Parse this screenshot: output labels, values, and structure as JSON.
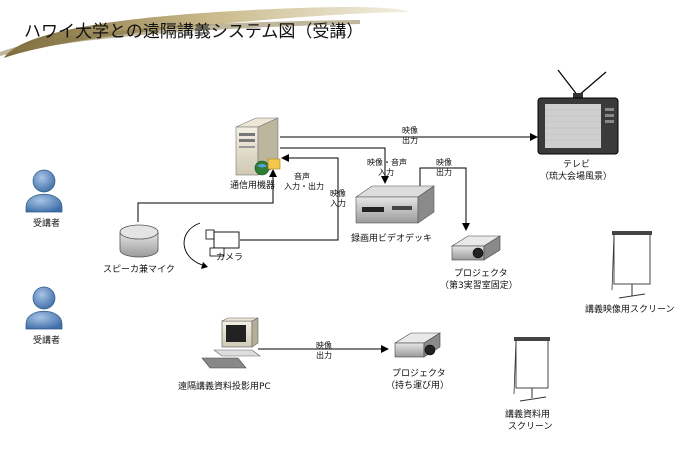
{
  "title": "ハワイ大学との遠隔講義システム図（受講）",
  "labels": {
    "server": "通信用機器",
    "tv": "テレビ",
    "tv_sub": "（琉大会場風景）",
    "deck": "録画用ビデオデッキ",
    "camera": "カメラ",
    "speaker": "スピーカ兼マイク",
    "projector1": "プロジェクタ",
    "projector1_sub": "（第3実習室固定）",
    "screen1": "講義映像用スクリーン",
    "pc": "遠隔講義資料投影用PC",
    "projector2": "プロジェクタ",
    "projector2_sub": "（持ち運び用）",
    "screen2_l1": "講義資料用",
    "screen2_l2": "スクリーン",
    "student1": "受講者",
    "student2": "受講者"
  },
  "connections": {
    "video_out_1": "映像",
    "video_out_2": "出力",
    "av_in_1": "映像・音声",
    "av_in_2": "入力",
    "video_out_b1": "映像",
    "video_out_b2": "出力",
    "audio_io_1": "音声",
    "audio_io_2": "入力・出力",
    "video_in_1": "映像",
    "video_in_2": "入力",
    "pc_out_1": "映像",
    "pc_out_2": "出力"
  }
}
